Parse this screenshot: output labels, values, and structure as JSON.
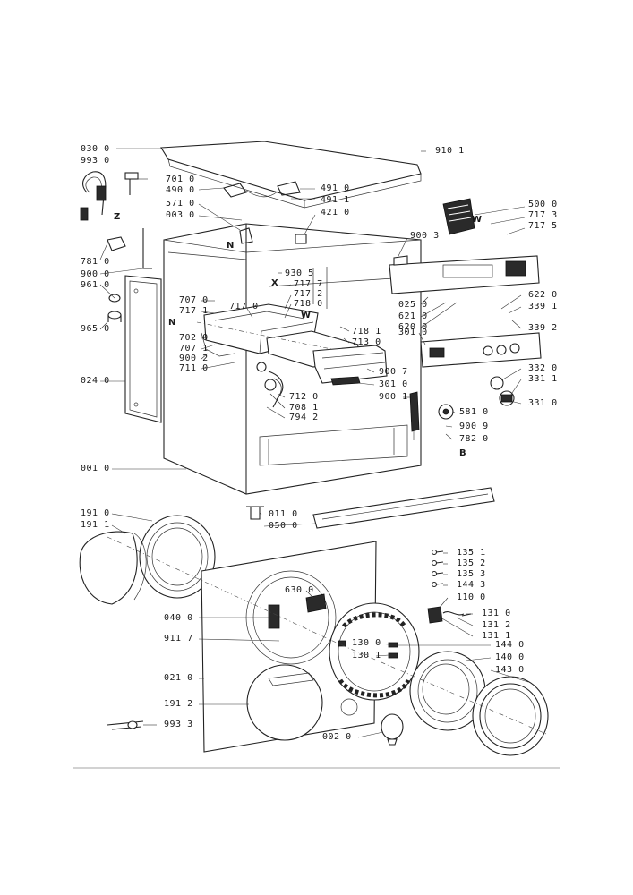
{
  "labels": [
    {
      "id": "l1",
      "text": "030 0"
    },
    {
      "id": "l2",
      "text": "993 0"
    },
    {
      "id": "l3",
      "text": "910 1"
    },
    {
      "id": "l4",
      "text": "701 0"
    },
    {
      "id": "l5",
      "text": "490 0"
    },
    {
      "id": "l6",
      "text": "491 0"
    },
    {
      "id": "l7",
      "text": "571 0"
    },
    {
      "id": "l8",
      "text": "491 1"
    },
    {
      "id": "l9",
      "text": "003 0"
    },
    {
      "id": "l10",
      "text": "421 0"
    },
    {
      "id": "l11",
      "text": "500 0"
    },
    {
      "id": "l12",
      "text": "717 3"
    },
    {
      "id": "l13",
      "text": "717 5"
    },
    {
      "id": "l14",
      "text": "900 3"
    },
    {
      "id": "l15",
      "text": "781 0"
    },
    {
      "id": "l16",
      "text": "900 0"
    },
    {
      "id": "l17",
      "text": "930 5"
    },
    {
      "id": "l18",
      "text": "717 7"
    },
    {
      "id": "l19",
      "text": "717 2"
    },
    {
      "id": "l20",
      "text": "718 0"
    },
    {
      "id": "l21",
      "text": "961 0"
    },
    {
      "id": "l22",
      "text": "707 0"
    },
    {
      "id": "l23",
      "text": "717 1"
    },
    {
      "id": "l24",
      "text": "717 0"
    },
    {
      "id": "l25",
      "text": "622 0"
    },
    {
      "id": "l26",
      "text": "339 1"
    },
    {
      "id": "l27",
      "text": "025 0"
    },
    {
      "id": "l28",
      "text": "621 0"
    },
    {
      "id": "l29",
      "text": "620 0"
    },
    {
      "id": "l30",
      "text": "339 2"
    },
    {
      "id": "l31",
      "text": "965 0"
    },
    {
      "id": "l32",
      "text": "702 0"
    },
    {
      "id": "l33",
      "text": "707 1"
    },
    {
      "id": "l34",
      "text": "900 2"
    },
    {
      "id": "l35",
      "text": "711 0"
    },
    {
      "id": "l36",
      "text": "718 1"
    },
    {
      "id": "l37",
      "text": "713 0"
    },
    {
      "id": "l38",
      "text": "301 0"
    },
    {
      "id": "l39",
      "text": "332 0"
    },
    {
      "id": "l40",
      "text": "331 1"
    },
    {
      "id": "l41",
      "text": "900 7"
    },
    {
      "id": "l42",
      "text": "024 0"
    },
    {
      "id": "l43",
      "text": "301 0"
    },
    {
      "id": "l44",
      "text": "900 1"
    },
    {
      "id": "l45",
      "text": "331 0"
    },
    {
      "id": "l46",
      "text": "712 0"
    },
    {
      "id": "l47",
      "text": "708 1"
    },
    {
      "id": "l48",
      "text": "794 2"
    },
    {
      "id": "l49",
      "text": "581 0"
    },
    {
      "id": "l50",
      "text": "900 9"
    },
    {
      "id": "l51",
      "text": "782 0"
    },
    {
      "id": "l52",
      "text": "001 0"
    },
    {
      "id": "l53",
      "text": "191 0"
    },
    {
      "id": "l54",
      "text": "191 1"
    },
    {
      "id": "l55",
      "text": "011 0"
    },
    {
      "id": "l56",
      "text": "050 0"
    },
    {
      "id": "l57",
      "text": "135 1"
    },
    {
      "id": "l58",
      "text": "135 2"
    },
    {
      "id": "l59",
      "text": "135 3"
    },
    {
      "id": "l60",
      "text": "144 3"
    },
    {
      "id": "l61",
      "text": "630 0"
    },
    {
      "id": "l62",
      "text": "110 0"
    },
    {
      "id": "l63",
      "text": "131 0"
    },
    {
      "id": "l64",
      "text": "040 0"
    },
    {
      "id": "l65",
      "text": "131 2"
    },
    {
      "id": "l66",
      "text": "131 1"
    },
    {
      "id": "l67",
      "text": "911 7"
    },
    {
      "id": "l68",
      "text": "130 0"
    },
    {
      "id": "l69",
      "text": "144 0"
    },
    {
      "id": "l70",
      "text": "130 1"
    },
    {
      "id": "l71",
      "text": "140 0"
    },
    {
      "id": "l72",
      "text": "143 0"
    },
    {
      "id": "l73",
      "text": "021 0"
    },
    {
      "id": "l74",
      "text": "191 2"
    },
    {
      "id": "l75",
      "text": "993 3"
    },
    {
      "id": "l76",
      "text": "002 0"
    }
  ],
  "letters": [
    {
      "id": "z",
      "text": "Z"
    },
    {
      "id": "n1",
      "text": "N"
    },
    {
      "id": "w1",
      "text": "W"
    },
    {
      "id": "x",
      "text": "X"
    },
    {
      "id": "w2",
      "text": "W"
    },
    {
      "id": "n2",
      "text": "N"
    },
    {
      "id": "b",
      "text": "B"
    }
  ]
}
